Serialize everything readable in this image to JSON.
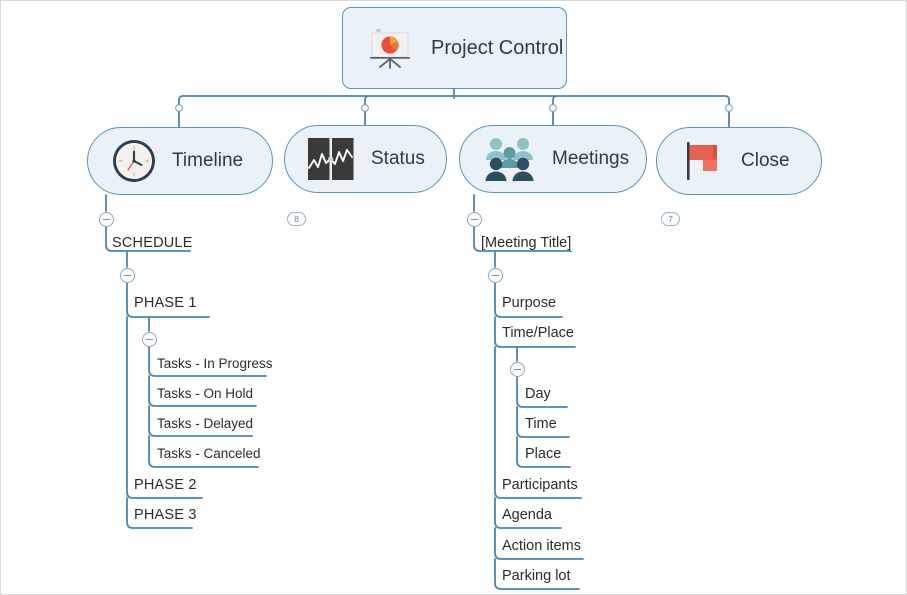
{
  "diagram": {
    "type": "mind-map",
    "title": "Project Control",
    "accent_color": "#5b93bd",
    "node_fill": "#eaf2f8",
    "connector_color": "#4a86b0",
    "canvas_background": "#ffffff"
  },
  "root": {
    "label": "Project Control",
    "icon": "presentation-board-icon"
  },
  "branches": [
    {
      "label": "Timeline",
      "icon": "clock-icon",
      "toggle": "minus",
      "collapsed_count": null
    },
    {
      "label": "Status",
      "icon": "line-chart-icon",
      "toggle": "badge",
      "collapsed_count": "8"
    },
    {
      "label": "Meetings",
      "icon": "people-group-icon",
      "toggle": "minus",
      "collapsed_count": null
    },
    {
      "label": "Close",
      "icon": "flag-icon",
      "toggle": "badge",
      "collapsed_count": "7"
    }
  ],
  "timeline_tree": {
    "root_item": "SCHEDULE",
    "phase1": "PHASE 1",
    "tasks": [
      "Tasks - In Progress",
      "Tasks - On Hold",
      "Tasks - Delayed",
      "Tasks - Canceled"
    ],
    "phase2": "PHASE 2",
    "phase3": "PHASE 3"
  },
  "meetings_tree": {
    "root_item": "[Meeting Title]",
    "purpose": "Purpose",
    "time_place": "Time/Place",
    "time_place_children": [
      "Day",
      "Time",
      "Place"
    ],
    "participants": "Participants",
    "agenda": "Agenda",
    "action_items": "Action items",
    "parking_lot": "Parking lot"
  }
}
